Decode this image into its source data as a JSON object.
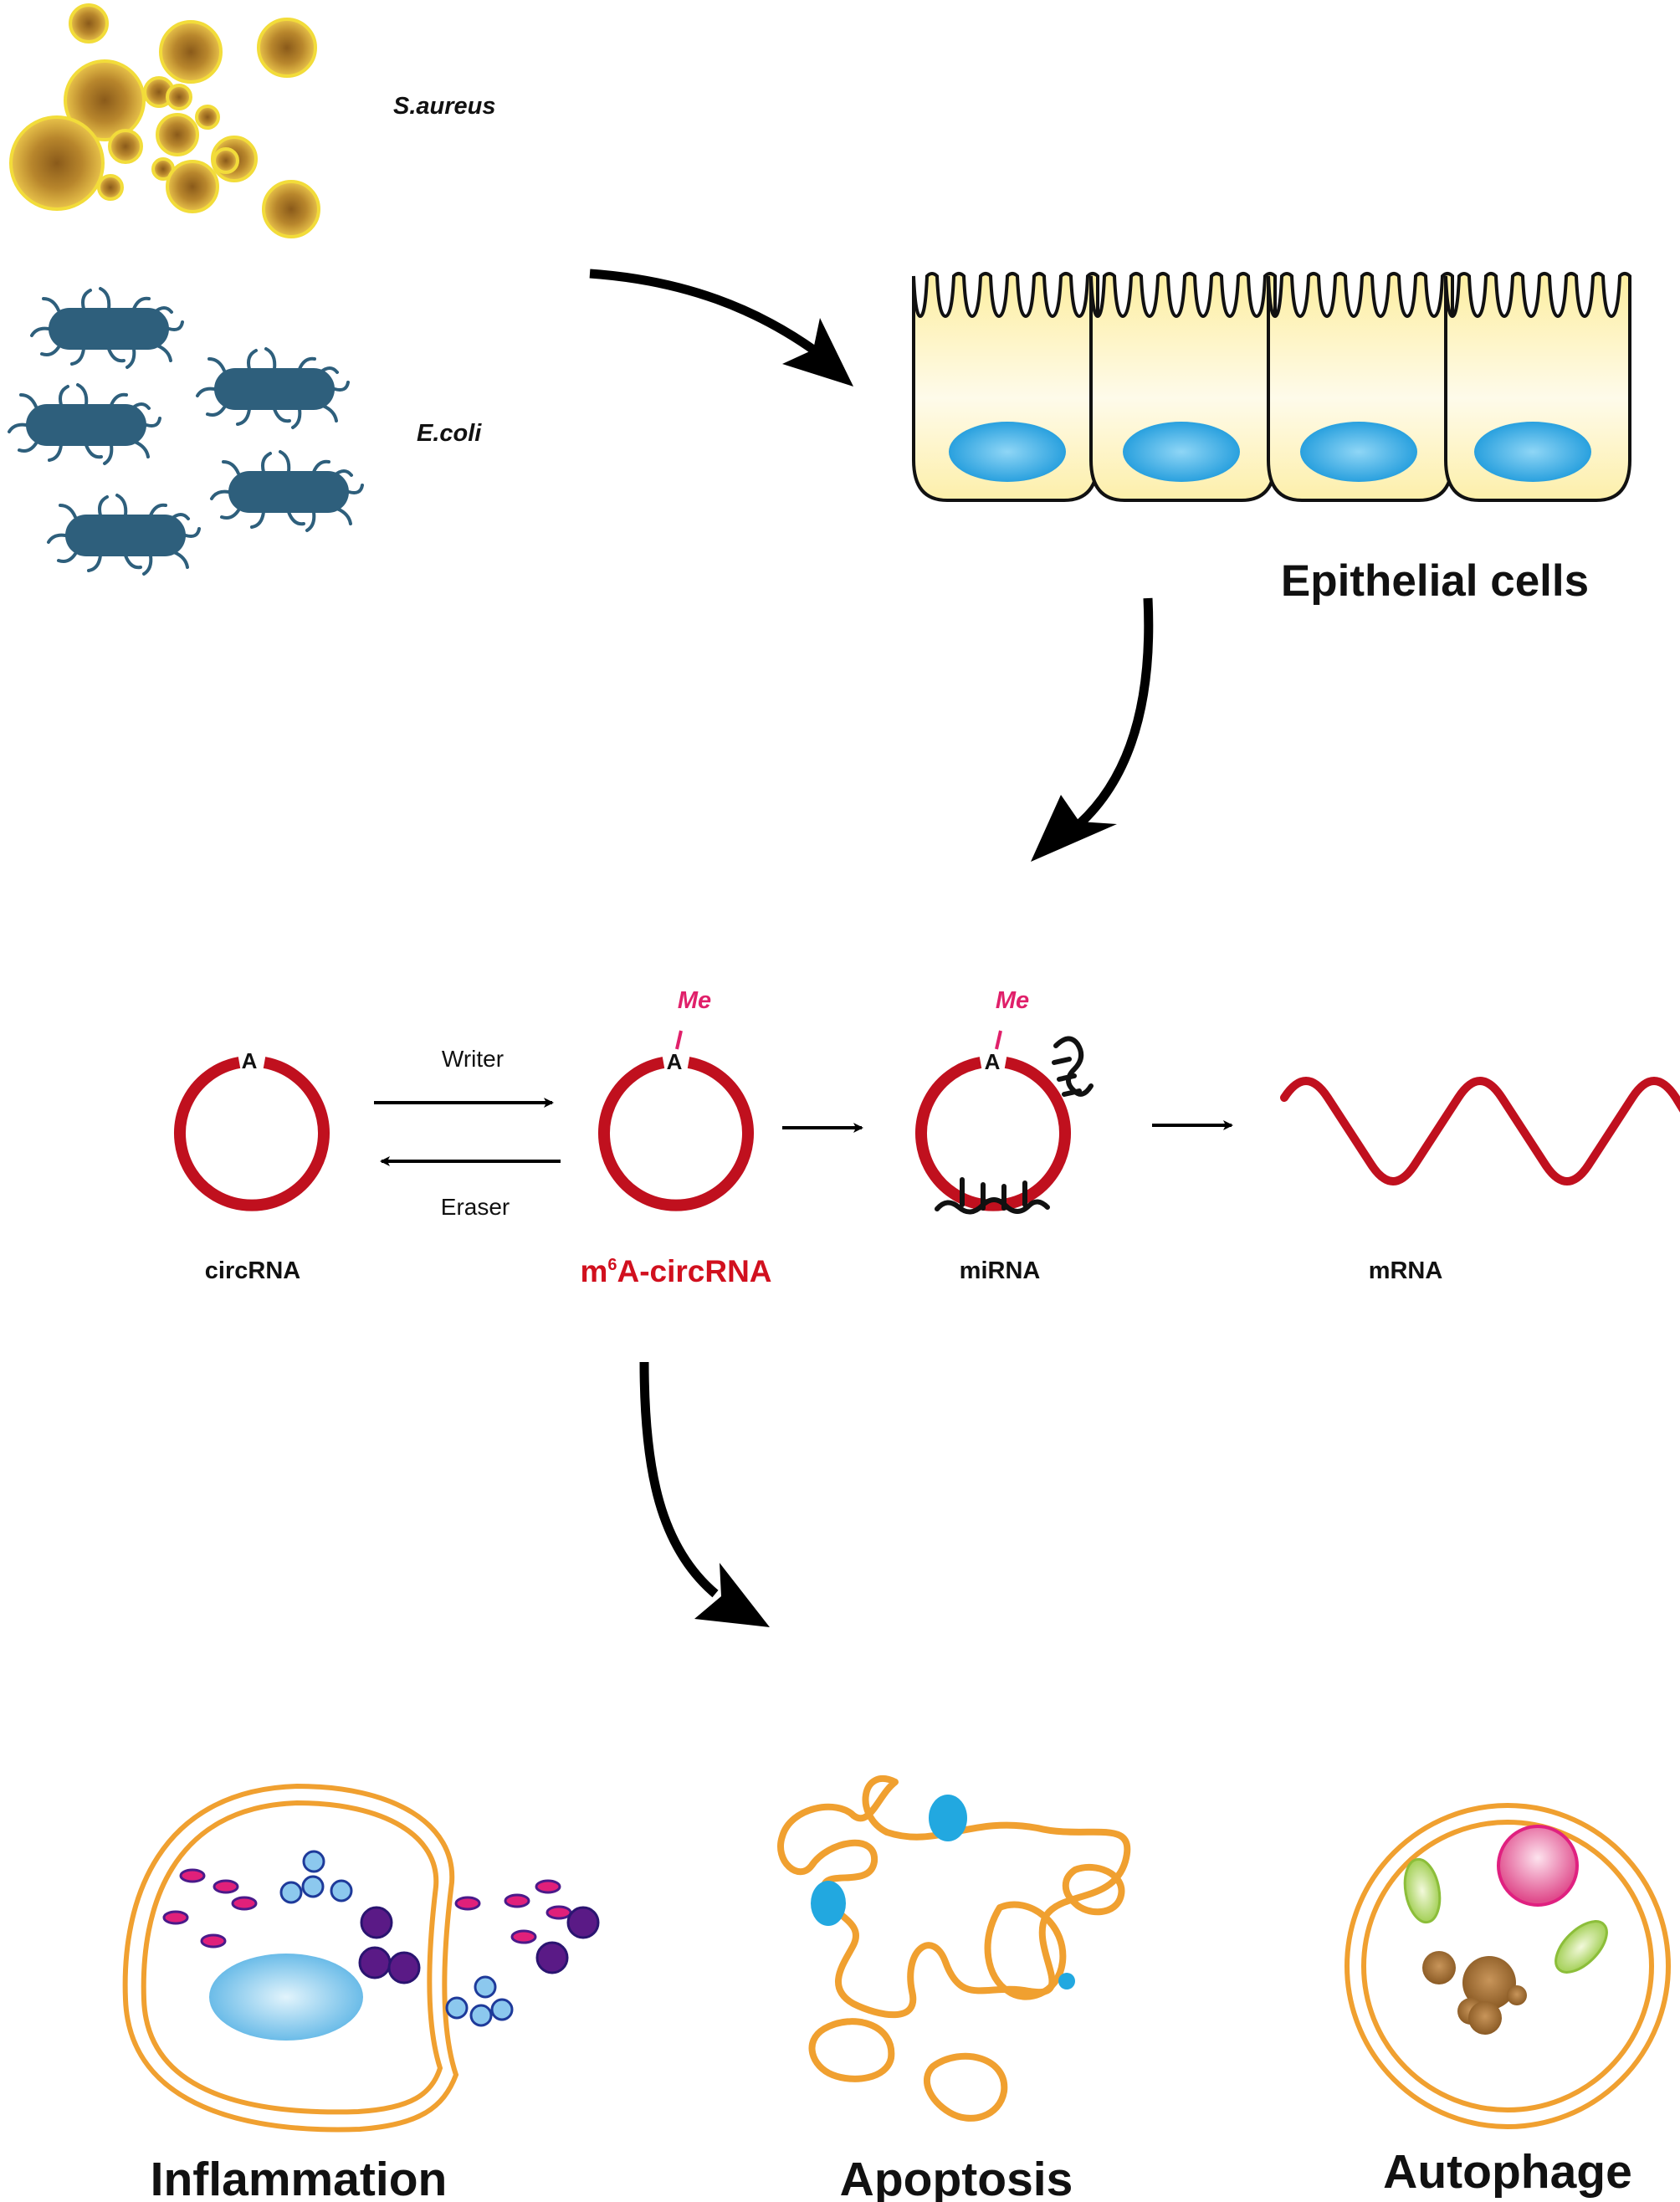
{
  "labels": {
    "s_aureus": "S.aureus",
    "e_coli": "E.coli",
    "epithelial": "Epithelial cells",
    "writer": "Writer",
    "eraser": "Eraser",
    "circ": "circRNA",
    "m6a_prefix": "m",
    "m6a_sup": "6",
    "m6a_suffix": "A-circRNA",
    "mirna": "miRNA",
    "mrna": "mRNA",
    "a_base": "A",
    "me_mark": "Me",
    "inflammation": "Inflammation",
    "apoptosis": "Apoptosis",
    "autophage": "Autophage"
  },
  "colors": {
    "rna_red": "#c0101e",
    "me_pink": "#e0206a",
    "bacteria_blue": "#2e5f7c",
    "cocci_gold": "#b8862c",
    "cell_yellow": "#fdf3b5",
    "nucleus_blue": "#3aa9e0",
    "membrane_orange": "#f0a030",
    "purple": "#5a1a86",
    "magenta": "#e0207a",
    "light_blue": "#8cc8ee"
  }
}
